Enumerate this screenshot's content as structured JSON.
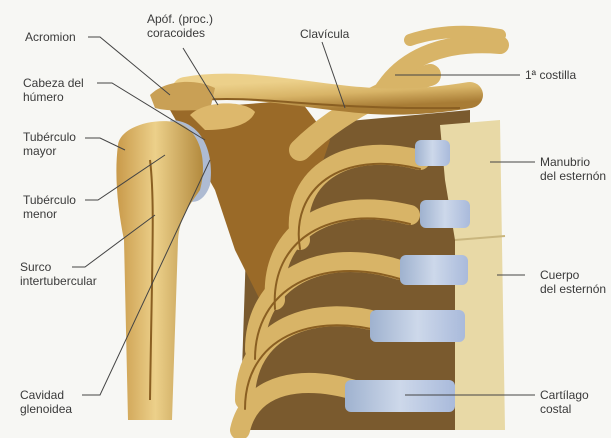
{
  "labels": {
    "acromion": [
      "Acromion"
    ],
    "coracoides": [
      "Apóf. (proc.)",
      "coracoides"
    ],
    "clavicula": [
      "Clavícula"
    ],
    "cabeza_humero": [
      "Cabeza del",
      "húmero"
    ],
    "tuberculo_mayor": [
      "Tubérculo",
      "mayor"
    ],
    "tuberculo_menor": [
      "Tubérculo",
      "menor"
    ],
    "surco": [
      "Surco",
      "intertubercular"
    ],
    "cavidad": [
      "Cavidad",
      "glenoidea"
    ],
    "costilla1": [
      "1ª costilla"
    ],
    "manubrio": [
      "Manubrio",
      "del esternón"
    ],
    "cuerpo": [
      "Cuerpo",
      "del esternón"
    ],
    "cartilago": [
      "Cartílago",
      "costal"
    ]
  },
  "colors": {
    "bone": "#d8b467",
    "bone_dark": "#8a5f22",
    "bone_shadow": "#6b4516",
    "cartilage": "#b9c6dc",
    "sternum": "#e8d9a6",
    "background": "#f7f7f4",
    "leader": "#444444"
  }
}
